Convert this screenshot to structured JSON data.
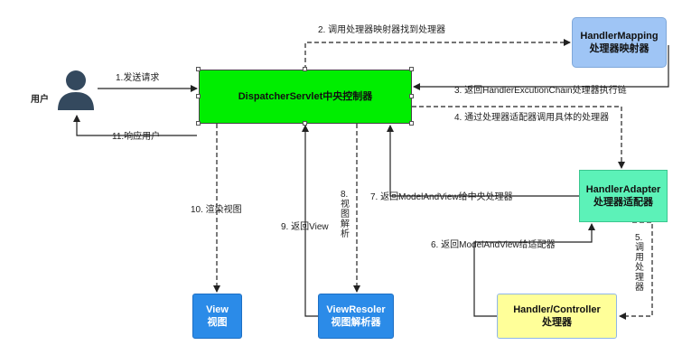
{
  "user": {
    "label": "用户",
    "icon": "user-icon"
  },
  "nodes": {
    "dispatcher": {
      "title": "DispatcherServlet中央控制器",
      "color": "#00ee00"
    },
    "handler_mapping": {
      "line1": "HandlerMapping",
      "line2": "处理器映射器",
      "color": "#9fc5f5"
    },
    "handler_adapter": {
      "line1": "HandlerAdapter",
      "line2": "处理器适配器",
      "color": "#5cf2b8"
    },
    "handler_controller": {
      "line1": "Handler/Controller",
      "line2": "处理器",
      "color": "#ffff99"
    },
    "view": {
      "line1": "View",
      "line2": "视图",
      "color": "#2b8be8"
    },
    "view_resolver": {
      "line1": "ViewResoler",
      "line2": "视图解析器",
      "color": "#2b8be8"
    }
  },
  "steps": {
    "s1": "1.发送请求",
    "s2": "2. 调用处理器映射器找到处理器",
    "s3": "3. 返回HandlerExcutionChain处理器执行链",
    "s4": "4. 通过处理器适配器调用具体的处理器",
    "s5": "5.调用处理器",
    "s6": "6. 返回ModelAndView给适配器",
    "s7": "7. 返回ModelAndView给中央处理器",
    "s8": "8.视图解析",
    "s9": "9. 返回View",
    "s10": "10. 渲染视图",
    "s11": "11.响应用户"
  }
}
